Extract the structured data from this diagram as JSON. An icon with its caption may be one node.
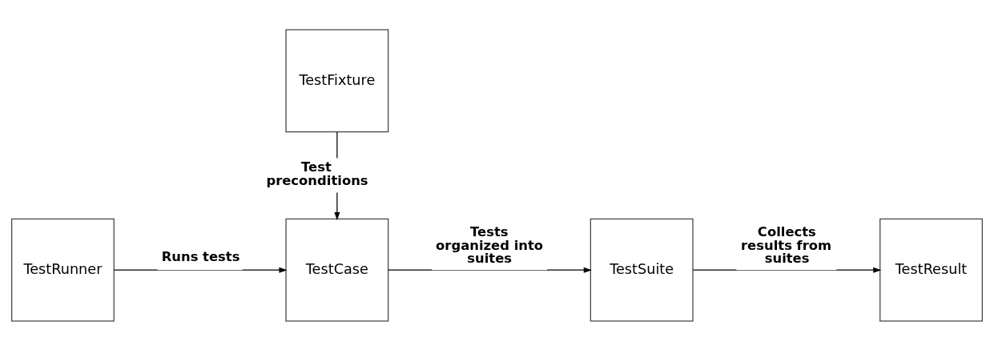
{
  "diagram": {
    "nodes": [
      {
        "text": [
          "TestFixture"
        ]
      },
      {
        "text": [
          "TestRunner"
        ]
      },
      {
        "text": [
          "TestCase"
        ]
      },
      {
        "text": [
          "TestSuite"
        ]
      },
      {
        "text": [
          "TestResult"
        ]
      }
    ],
    "edges": [
      {
        "from": 0,
        "to": 2,
        "arrow": "to",
        "label": "Test preconditions"
      },
      {
        "from": 1,
        "to": 2,
        "arrow": "to",
        "label": "Runs tests"
      },
      {
        "from": 2,
        "to": 3,
        "arrow": "to",
        "label": "Tests organized into suites"
      },
      {
        "from": 3,
        "to": 4,
        "arrow": "to",
        "label": "Collects results from suites"
      }
    ]
  }
}
